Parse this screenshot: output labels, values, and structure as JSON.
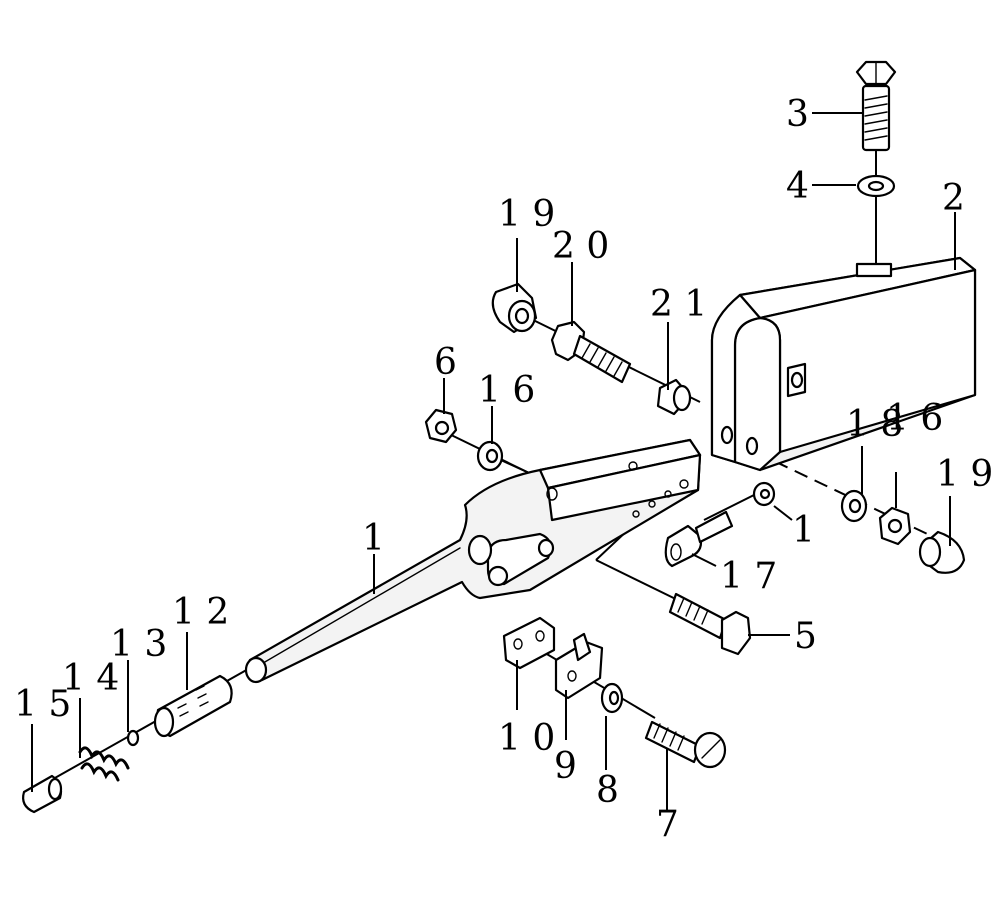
{
  "diagram": {
    "callouts": [
      {
        "id": "c3",
        "text": "3"
      },
      {
        "id": "c4",
        "text": "4"
      },
      {
        "id": "c2",
        "text": "2"
      },
      {
        "id": "c19a",
        "text": "1 9"
      },
      {
        "id": "c20",
        "text": "2 0"
      },
      {
        "id": "c21",
        "text": "2 1"
      },
      {
        "id": "c6a",
        "text": "6"
      },
      {
        "id": "c16a",
        "text": "1 6"
      },
      {
        "id": "c1",
        "text": "1"
      },
      {
        "id": "c12",
        "text": "1 2"
      },
      {
        "id": "c13",
        "text": "1 3"
      },
      {
        "id": "c14",
        "text": "1 4"
      },
      {
        "id": "c15",
        "text": "1 5"
      },
      {
        "id": "c10",
        "text": "1 0"
      },
      {
        "id": "c9",
        "text": "9"
      },
      {
        "id": "c8a",
        "text": "8"
      },
      {
        "id": "c7a",
        "text": "7"
      },
      {
        "id": "c5",
        "text": "5"
      },
      {
        "id": "c17",
        "text": "1 7"
      },
      {
        "id": "c1b",
        "text": "1"
      },
      {
        "id": "c18",
        "text": "1 8"
      },
      {
        "id": "c16b",
        "text": "1 6"
      },
      {
        "id": "c19b",
        "text": "1 9"
      }
    ]
  }
}
